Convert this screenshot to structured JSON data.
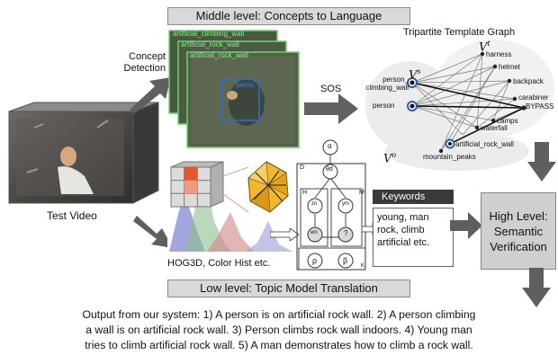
{
  "middle_banner": "Middle level: Concepts to Language",
  "concept_detection_label": "Concept\nDetection",
  "frame_labels": [
    "artificial_climbing_wall",
    "artificial_rock_wall",
    "artificial_rock_wall"
  ],
  "person_box_label": "perso",
  "sos_label": "SOS",
  "graph": {
    "title": "Tripartite Template Graph",
    "vs_label": "V",
    "vs_sup": "s",
    "vt_label": "V",
    "vt_sup": "t",
    "vo_label": "V",
    "vo_sup": "o",
    "subject_nodes": [
      "person_\nclimbing_wall",
      "person"
    ],
    "verb_nodes": [
      "harness",
      "helmet",
      "backpack",
      "carabiner",
      "BYPASS"
    ],
    "object_nodes": [
      "camps",
      "waterfall",
      "artificial_rock_wall",
      "mountain_peaks"
    ]
  },
  "test_video_label": "Test Video",
  "hog_label": "HOG3D, Color Hist etc.",
  "plate": {
    "alpha": "α",
    "theta": "θd",
    "z": "zn",
    "y": "ym",
    "w": "wn",
    "q": "?",
    "rho": "ρ",
    "beta": "β",
    "D": "D",
    "H": "H",
    "M": "M",
    "K": "K"
  },
  "keywords": {
    "title": "Keywords",
    "body": "young, man\nrock, climb\nartificial etc."
  },
  "high_level": "High Level:\nSemantic\nVerification",
  "low_banner": "Low level: Topic Model Translation",
  "output_text": [
    "Output from our system: 1) A person is on artificial rock wall. 2) A person climbing",
    "a wall is on artificial rock wall. 3) Person climbs rock wall indoors. 4) Young man",
    "tries to climb artificial rock wall. 5) A man demonstrates how to climb a rock wall."
  ],
  "colors": {
    "banner_bg": "#d9d9d9",
    "arrow_gray": "#666666",
    "node_blue": "#2a5db0",
    "cube_orange": "#e2572e",
    "gem_yellow": "#f2b82a"
  }
}
